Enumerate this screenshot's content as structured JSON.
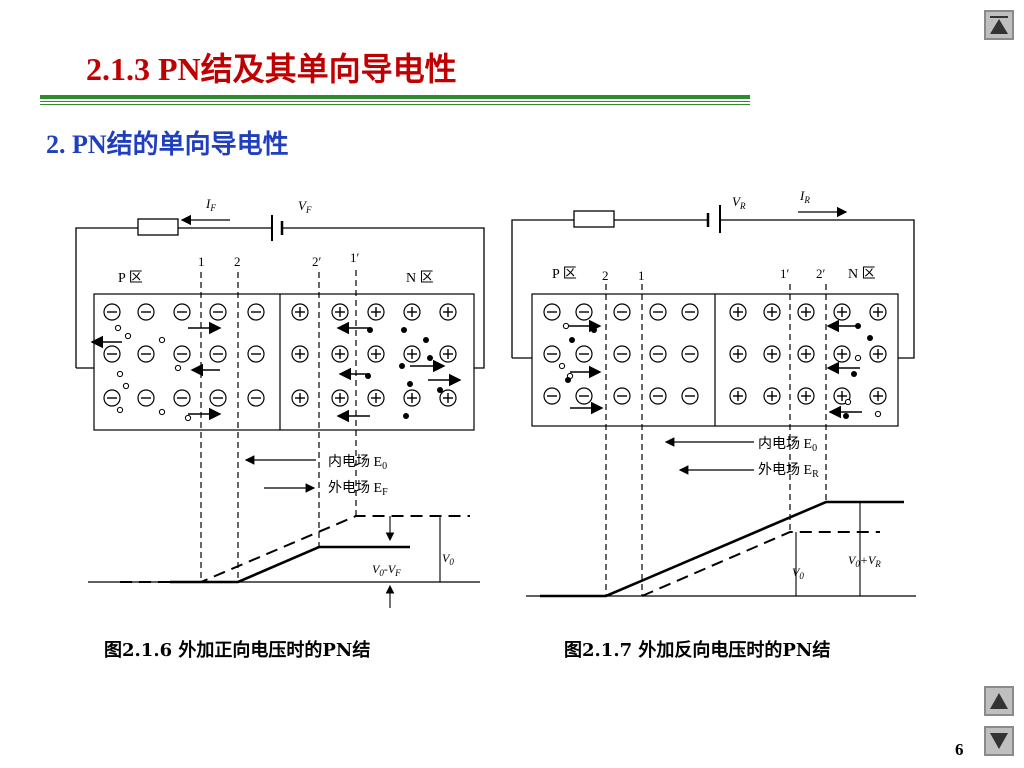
{
  "slide": {
    "title": "2.1.3  PN结及其单向导电性",
    "section": "2. PN结的单向导电性",
    "page_number": "6"
  },
  "nav": {
    "top_icon": "triangle-up-bar-icon",
    "prev_icon": "triangle-up-icon",
    "next_icon": "triangle-down-icon"
  },
  "colors": {
    "title": "#c00000",
    "section": "#1f3fbf",
    "rule": "#2e8b2e",
    "nav_face": "#bfbfbf"
  },
  "fig_forward": {
    "caption": "图2.1.6  外加正向电压时的PN结",
    "current_label": "I",
    "current_sub": "F",
    "voltage_label": "V",
    "voltage_sub": "F",
    "p_region": "P 区",
    "n_region": "N 区",
    "boundary_labels": [
      "1",
      "2",
      "2′",
      "1′"
    ],
    "inner_field": "内电场 E",
    "inner_field_sub": "0",
    "outer_field": "外电场 E",
    "outer_field_sub": "F",
    "barrier_label": "V",
    "barrier_sub": "0",
    "reduced_barrier": "V",
    "reduced_barrier_sub0": "0",
    "reduced_barrier_mid": "-V",
    "reduced_barrier_subF": "F"
  },
  "fig_reverse": {
    "caption": "图2.1.7  外加反向电压时的PN结",
    "current_label": "I",
    "current_sub": "R",
    "voltage_label": "V",
    "voltage_sub": "R",
    "p_region": "P 区",
    "n_region": "N 区",
    "boundary_labels": [
      "2",
      "1",
      "1′",
      "2′"
    ],
    "inner_field": "内电场 E",
    "inner_field_sub": "0",
    "outer_field": "外电场 E",
    "outer_field_sub": "R",
    "barrier_label": "V",
    "barrier_sub": "0",
    "raised_barrier": "V",
    "raised_barrier_sub0": "0",
    "raised_barrier_mid": "+V",
    "raised_barrier_subR": "R"
  }
}
